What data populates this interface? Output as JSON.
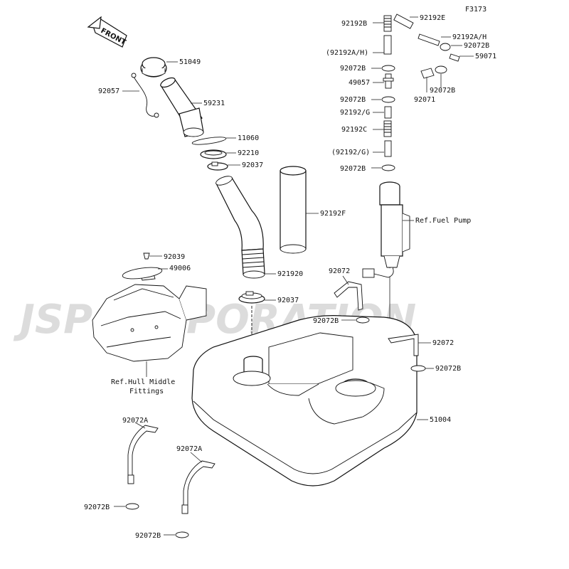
{
  "figure_code": "F3173",
  "front_label": "FRONT",
  "watermark": "JSPCORPORATION",
  "parts": {
    "p51049": "51049",
    "p92057": "92057",
    "p59231": "59231",
    "p11060": "11060",
    "p92210": "92210",
    "p92037_top": "92037",
    "p92192F": "92192F",
    "p92039": "92039",
    "p49006": "49006",
    "p92192D": "921920",
    "p92037_mid": "92037",
    "p92072_a": "92072",
    "p92072B_a": "92072B",
    "p92072_b": "92072",
    "p92072B_b": "92072B",
    "p51004": "51004",
    "p92072A_1": "92072A",
    "p92072B_c": "92072B",
    "p92072A_2": "92072A",
    "p92072B_d": "92072B",
    "p92192B": "92192B",
    "p92192E": "92192E",
    "p92192AH_paren": "(92192A/H)",
    "p92192AH": "92192A/H",
    "p92072B_e": "92072B",
    "p59071": "59071",
    "p92072B_f": "92072B",
    "p49057": "49057",
    "p92072B_g": "92072B",
    "p92072B_h": "92072B",
    "p92071": "92071",
    "p92192G": "92192/G",
    "p92192C": "92192C",
    "p92192G_paren": "(92192/G)",
    "p92072B_i": "92072B"
  },
  "refs": {
    "fuel_pump": "Ref.Fuel Pump",
    "hull_line1": "Ref.Hull Middle",
    "hull_line2": "Fittings"
  }
}
